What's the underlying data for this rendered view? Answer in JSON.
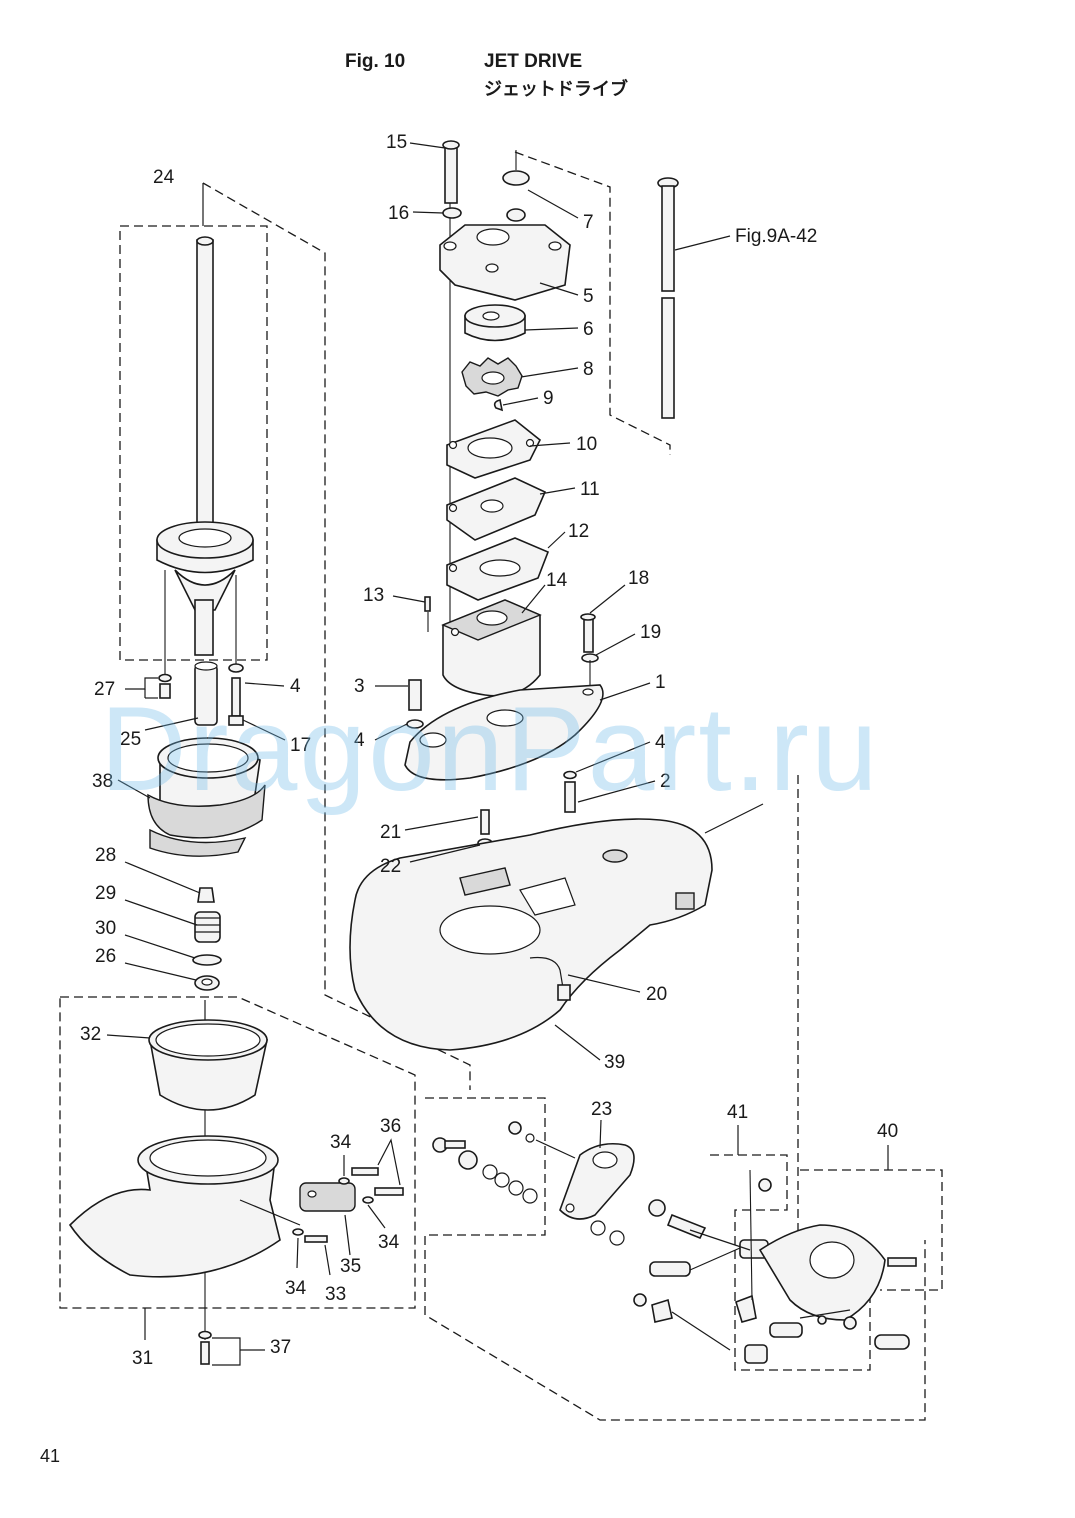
{
  "header": {
    "fig_label": "Fig. 10",
    "title_en": "JET DRIVE",
    "title_jp": "ジェットドライブ"
  },
  "page_number": "41",
  "watermark": "DragonPart.ru",
  "reference_label": "Fig.9A-42",
  "callouts": {
    "c1": "1",
    "c2": "2",
    "c3": "3",
    "c4a": "4",
    "c4b": "4",
    "c4c": "4",
    "c5": "5",
    "c6": "6",
    "c7": "7",
    "c8": "8",
    "c9": "9",
    "c10": "10",
    "c11": "11",
    "c12": "12",
    "c13": "13",
    "c14": "14",
    "c15": "15",
    "c16": "16",
    "c17": "17",
    "c18": "18",
    "c19": "19",
    "c20": "20",
    "c21": "21",
    "c22": "22",
    "c23": "23",
    "c24": "24",
    "c25": "25",
    "c26": "26",
    "c27": "27",
    "c28": "28",
    "c29": "29",
    "c30": "30",
    "c31": "31",
    "c32": "32",
    "c33": "33",
    "c34a": "34",
    "c34b": "34",
    "c34c": "34",
    "c35": "35",
    "c36": "36",
    "c37": "37",
    "c38": "38",
    "c39": "39",
    "c40": "40",
    "c41": "41"
  }
}
